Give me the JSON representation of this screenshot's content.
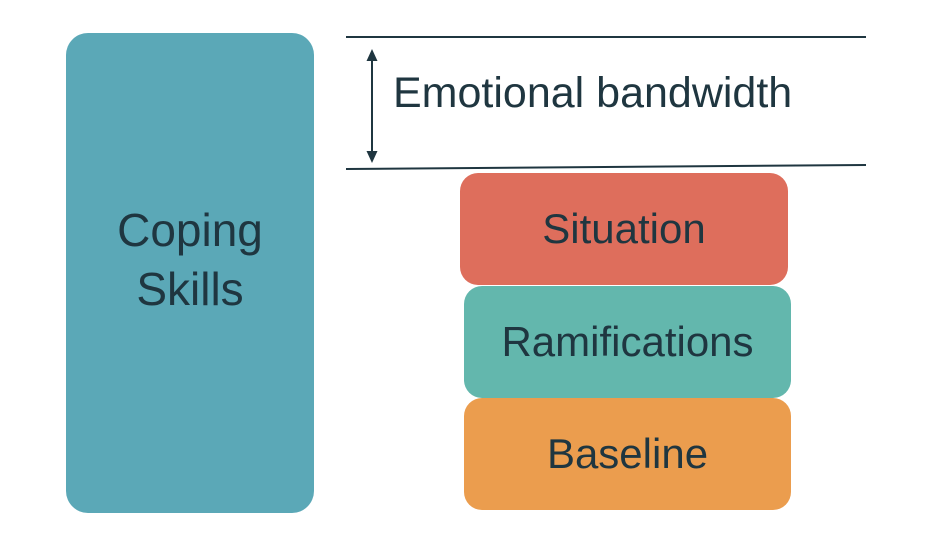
{
  "coping_skills": {
    "lines": [
      "Coping",
      "Skills"
    ],
    "color": "#5ba8b7"
  },
  "emotional_bandwidth": {
    "label": "Emotional bandwidth",
    "line_color": "#1f3640"
  },
  "stack": [
    {
      "label": "Situation",
      "color": "#de6e5c"
    },
    {
      "label": "Ramifications",
      "color": "#63b7ad"
    },
    {
      "label": "Baseline",
      "color": "#eb9d4e"
    }
  ],
  "text_color": "#1f3640"
}
